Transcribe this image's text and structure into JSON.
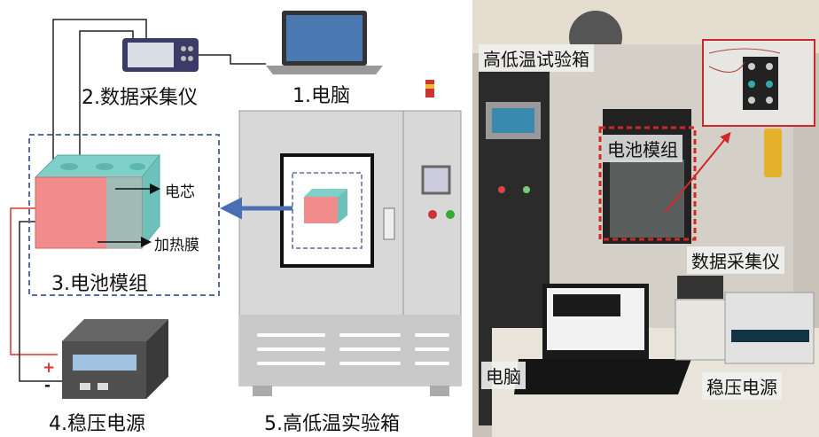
{
  "schematic": {
    "computer": "1.电脑",
    "data_logger": "2.数据采集仪",
    "battery_module": "3.电池模组",
    "power_supply": "4.稳压电源",
    "chamber": "5.高低温实验箱",
    "cell": "电芯",
    "heating_film": "加热膜",
    "plus": "+",
    "minus": "-"
  },
  "photo": {
    "chamber": "高低温试验箱",
    "battery_module": "电池模组",
    "data_logger": "数据采集仪",
    "computer": "电脑",
    "power_supply": "稳压电源"
  },
  "colors": {
    "battery_front": "#f08c8c",
    "battery_top": "#7fd0c8",
    "arrow": "#4a6fb5",
    "dashed": "#5a6aa8",
    "photo_highlight": "#d02828"
  }
}
